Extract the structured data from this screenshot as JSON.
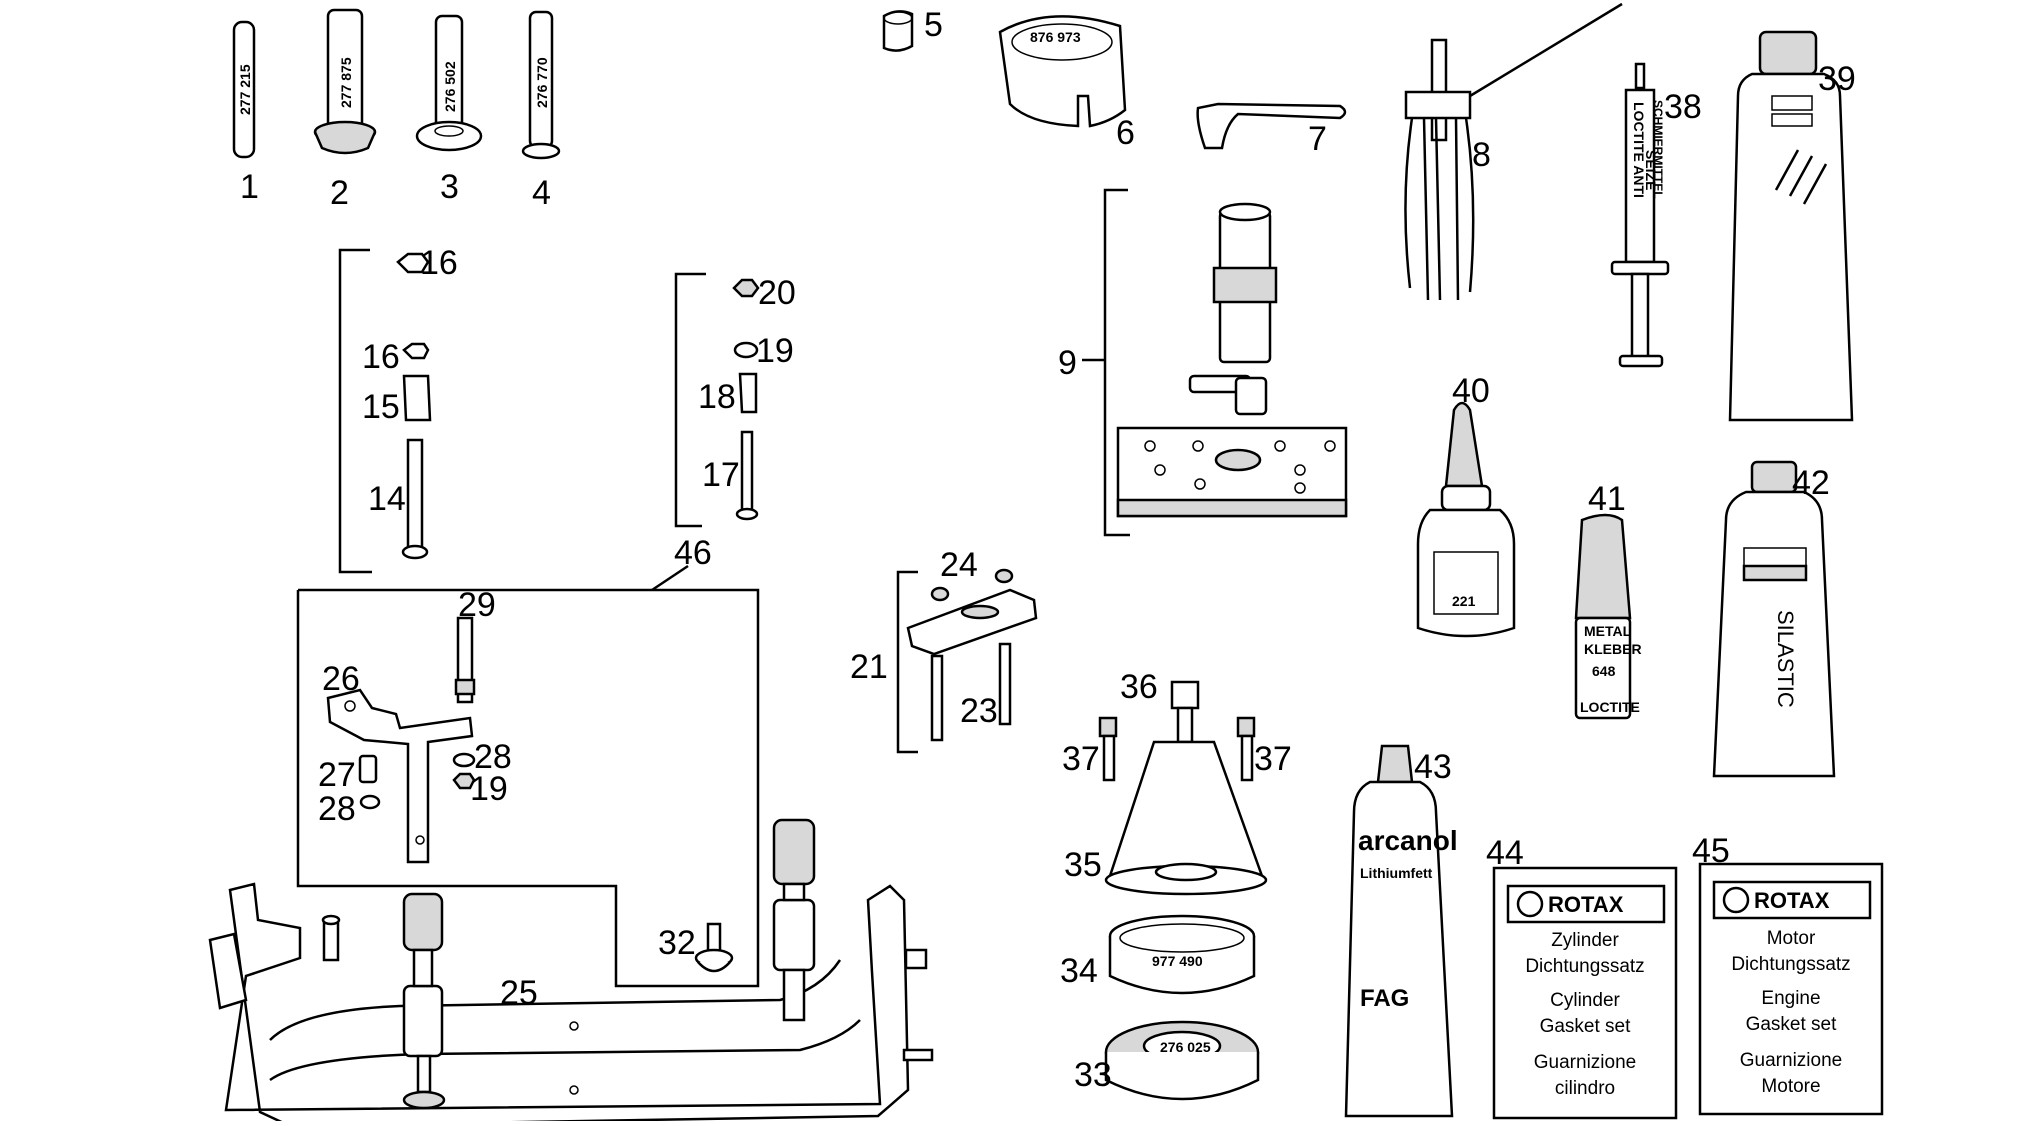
{
  "part_numbers": [
    "1",
    "2",
    "3",
    "4",
    "5",
    "6",
    "7",
    "8",
    "9",
    "14",
    "15",
    "16",
    "16",
    "17",
    "18",
    "19",
    "20",
    "21",
    "23",
    "24",
    "25",
    "26",
    "27",
    "28",
    "28",
    "29",
    "19",
    "32",
    "33",
    "34",
    "35",
    "36",
    "37",
    "37",
    "38",
    "39",
    "40",
    "41",
    "42",
    "43",
    "44",
    "45",
    "46"
  ],
  "tool_codes": {
    "part1": "277 215",
    "part2": "277 875",
    "part3": "276 502",
    "part4": "276 770",
    "part6": "876 973",
    "part34": "977 490",
    "part33": "276 025"
  },
  "product_labels": {
    "part38_lines": [
      "LOCTITE ANTI",
      "SEIZE",
      "SCHMIERMITTEL"
    ],
    "part40": "221",
    "part41_lines": [
      "METAL",
      "KLEBER",
      "648",
      "LOCTITE"
    ],
    "part42": "SILASTIC",
    "part43_brand": "arcanol",
    "part43_type": "Lithiumfett",
    "part43_maker": "FAG"
  },
  "cards": [
    {
      "brand": "ROTAX",
      "lines": [
        "Zylinder",
        "Dichtungssatz",
        "Cylinder",
        "Gasket set",
        "Guarnizione",
        "cilindro"
      ]
    },
    {
      "brand": "ROTAX",
      "lines": [
        "Motor",
        "Dichtungssatz",
        "Engine",
        "Gasket set",
        "Guarnizione",
        "Motore"
      ]
    }
  ]
}
